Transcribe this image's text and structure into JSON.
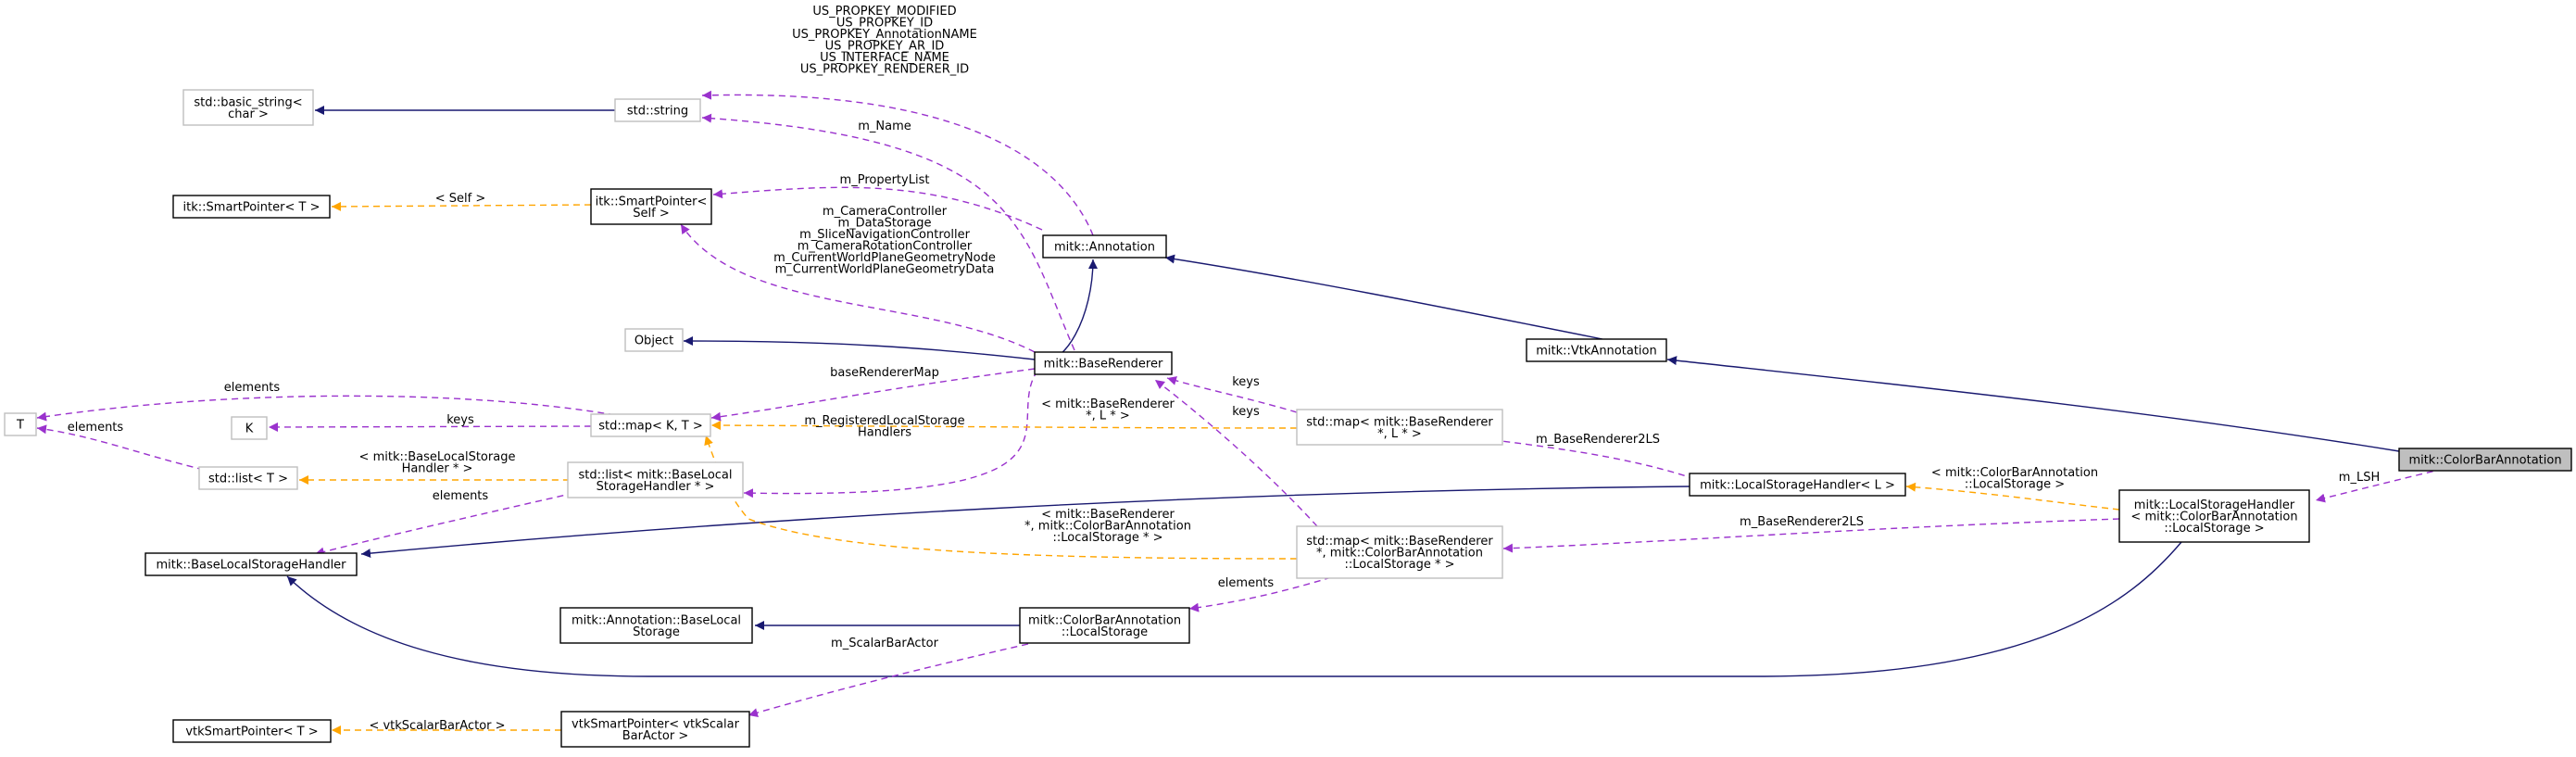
{
  "colors": {
    "inheritance": "#191970",
    "usage": "#9a32cd",
    "template": "#ffa500",
    "focused_fill": "#bfbfbf",
    "node_border": "#000000",
    "external_border": "#bfbfbf"
  },
  "nodes": {
    "basic_string": [
      "std::basic_string<",
      "char >"
    ],
    "std_string": [
      "std::string"
    ],
    "itk_smartptr_T": [
      "itk::SmartPointer< T >"
    ],
    "itk_smartptr_self": [
      "itk::SmartPointer<",
      "Self >"
    ],
    "annotation": [
      "mitk::Annotation"
    ],
    "object": [
      "Object"
    ],
    "base_renderer": [
      "mitk::BaseRenderer"
    ],
    "vtk_annotation": [
      "mitk::VtkAnnotation"
    ],
    "T": [
      "T"
    ],
    "K": [
      "K"
    ],
    "std_map_kt": [
      "std::map< K, T >"
    ],
    "std_map_br_l": [
      "std::map< mitk::BaseRenderer",
      "*, L * >"
    ],
    "std_list_t": [
      "std::list< T >"
    ],
    "std_list_blsh": [
      "std::list< mitk::BaseLocal",
      "StorageHandler * >"
    ],
    "lsh_l": [
      "mitk::LocalStorageHandler< L >"
    ],
    "color_bar_annotation": [
      "mitk::ColorBarAnnotation"
    ],
    "lsh_cba": [
      "mitk::LocalStorageHandler",
      "< mitk::ColorBarAnnotation",
      "::LocalStorage >"
    ],
    "base_lsh": [
      "mitk::BaseLocalStorageHandler"
    ],
    "std_map_br_cba": [
      "std::map< mitk::BaseRenderer",
      "*, mitk::ColorBarAnnotation",
      "::LocalStorage * >"
    ],
    "annotation_bls": [
      "mitk::Annotation::BaseLocal",
      "Storage"
    ],
    "cba_ls": [
      "mitk::ColorBarAnnotation",
      "::LocalStorage"
    ],
    "vtk_smartptr_T": [
      "vtkSmartPointer< T >"
    ],
    "vtk_smartptr_sba": [
      "vtkSmartPointer< vtkScalar",
      "BarActor >"
    ]
  },
  "labels": {
    "us_propkeys": [
      "US_PROPKEY_MODIFIED",
      "US_PROPKEY_ID",
      "US_PROPKEY_AnnotationNAME",
      "US_PROPKEY_AR_ID",
      "US_INTERFACE_NAME",
      "US_PROPKEY_RENDERER_ID"
    ],
    "m_name": [
      "m_Name"
    ],
    "m_property_list": [
      "m_PropertyList"
    ],
    "self_tmpl": [
      "< Self >"
    ],
    "camera_members": [
      "m_CameraController",
      "m_DataStorage",
      "m_SliceNavigationController",
      "m_CameraRotationController",
      "m_CurrentWorldPlaneGeometryNode",
      "m_CurrentWorldPlaneGeometryData"
    ],
    "base_renderer_map": [
      "baseRendererMap"
    ],
    "elements_t1": [
      "elements"
    ],
    "keys_k": [
      "keys"
    ],
    "elements_t2": [
      "elements"
    ],
    "keys_br1": [
      "keys"
    ],
    "keys_br2": [
      "keys"
    ],
    "br_l_tmpl": [
      "< mitk::BaseRenderer",
      "*, L * >"
    ],
    "m_registered": [
      "m_RegisteredLocalStorage",
      "Handlers"
    ],
    "blsh_tmpl": [
      "< mitk::BaseLocalStorage",
      "Handler * >"
    ],
    "elements_blsh": [
      "elements"
    ],
    "m_br2ls_1": [
      "m_BaseRenderer2LS"
    ],
    "cba_ls_tmpl": [
      "< mitk::ColorBarAnnotation",
      "::LocalStorage >"
    ],
    "m_lsh": [
      "m_LSH"
    ],
    "m_br2ls_2": [
      "m_BaseRenderer2LS"
    ],
    "br_cba_tmpl": [
      "< mitk::BaseRenderer",
      "*, mitk::ColorBarAnnotation",
      "::LocalStorage * >"
    ],
    "elements_cba": [
      "elements"
    ],
    "m_scalar_bar_actor": [
      "m_ScalarBarActor"
    ],
    "vtk_sba_tmpl": [
      "< vtkScalarBarActor >"
    ]
  }
}
